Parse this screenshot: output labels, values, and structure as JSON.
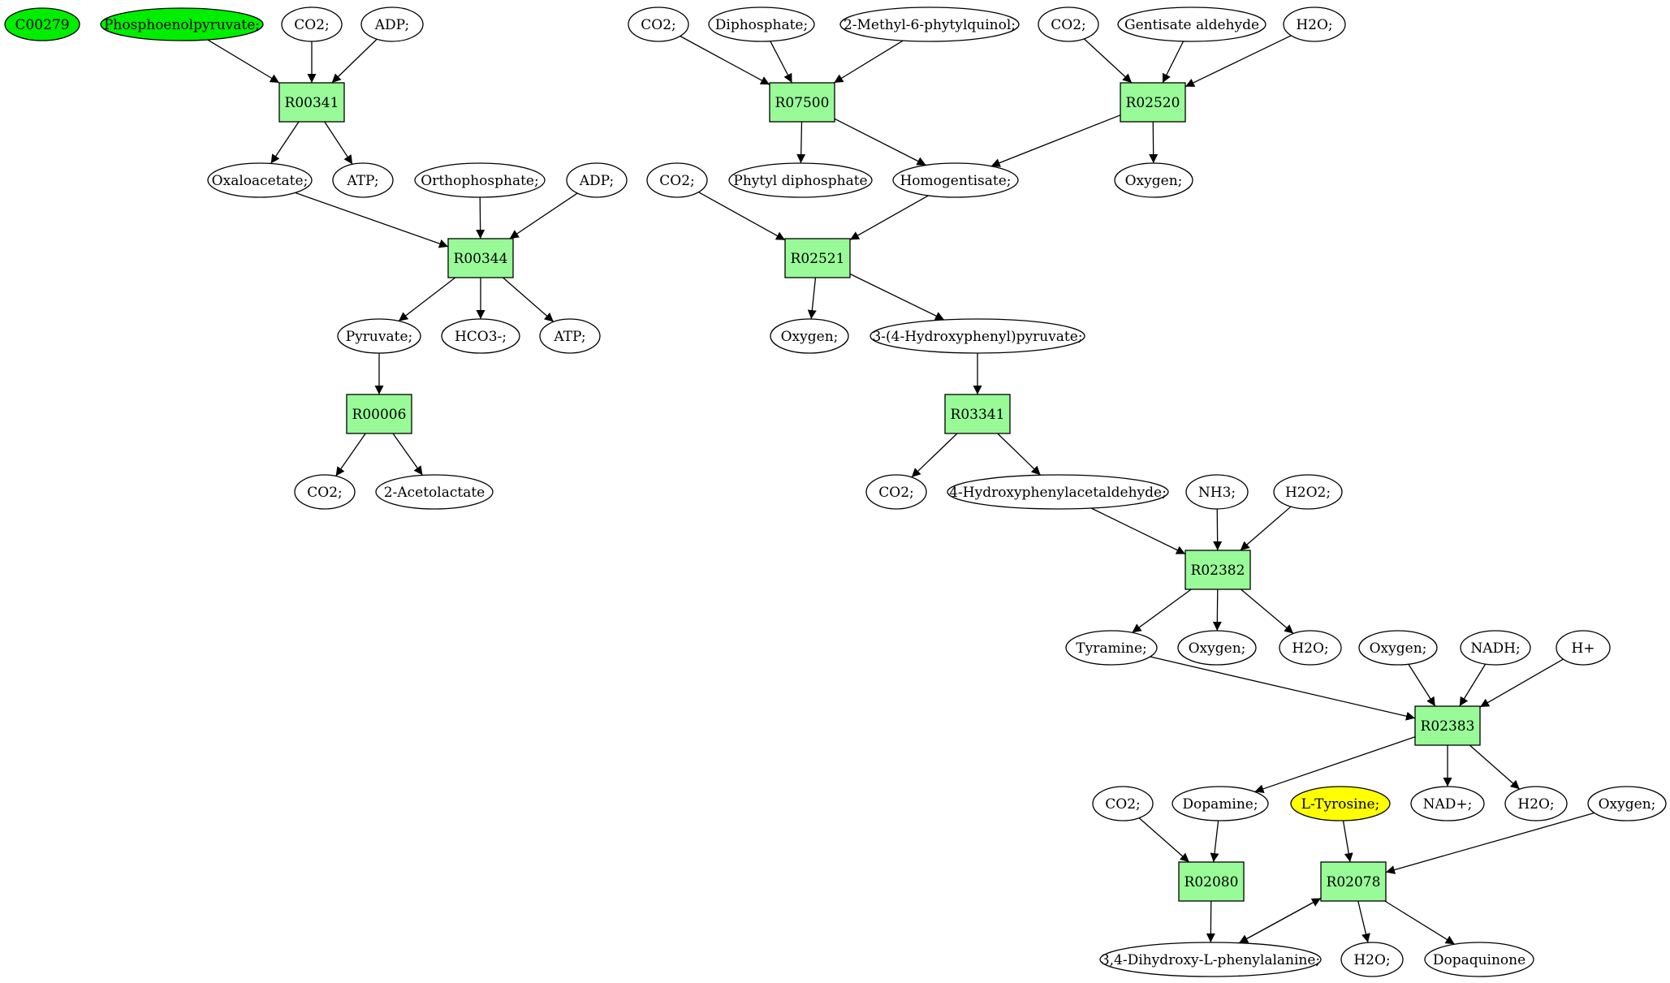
{
  "colors": {
    "compound": "#ffffff",
    "reaction": "#98fb98",
    "source": "#00ee00",
    "target": "#ffff00"
  },
  "nodes": [
    {
      "id": "c00279",
      "label": "C00279",
      "kind": "compound",
      "role": "source"
    },
    {
      "id": "pep",
      "label": "Phosphoenolpyruvate;",
      "kind": "compound",
      "role": "source"
    },
    {
      "id": "co2_1",
      "label": "CO2;",
      "kind": "compound"
    },
    {
      "id": "adp_1",
      "label": "ADP;",
      "kind": "compound"
    },
    {
      "id": "r00341",
      "label": "R00341",
      "kind": "reaction"
    },
    {
      "id": "oxaloacetate",
      "label": "Oxaloacetate;",
      "kind": "compound"
    },
    {
      "id": "atp_1",
      "label": "ATP;",
      "kind": "compound"
    },
    {
      "id": "orthophosphate",
      "label": "Orthophosphate;",
      "kind": "compound"
    },
    {
      "id": "adp_2",
      "label": "ADP;",
      "kind": "compound"
    },
    {
      "id": "r00344",
      "label": "R00344",
      "kind": "reaction"
    },
    {
      "id": "pyruvate",
      "label": "Pyruvate;",
      "kind": "compound"
    },
    {
      "id": "hco3",
      "label": "HCO3-;",
      "kind": "compound"
    },
    {
      "id": "atp_2",
      "label": "ATP;",
      "kind": "compound"
    },
    {
      "id": "r00006",
      "label": "R00006",
      "kind": "reaction"
    },
    {
      "id": "co2_2",
      "label": "CO2;",
      "kind": "compound"
    },
    {
      "id": "acetolactate",
      "label": "2-Acetolactate",
      "kind": "compound"
    },
    {
      "id": "co2_3",
      "label": "CO2;",
      "kind": "compound"
    },
    {
      "id": "diphosphate",
      "label": "Diphosphate;",
      "kind": "compound"
    },
    {
      "id": "methylphytyl",
      "label": "2-Methyl-6-phytylquinol;",
      "kind": "compound"
    },
    {
      "id": "r07500",
      "label": "R07500",
      "kind": "reaction"
    },
    {
      "id": "phytyl",
      "label": "Phytyl diphosphate",
      "kind": "compound"
    },
    {
      "id": "homogentisate",
      "label": "Homogentisate;",
      "kind": "compound"
    },
    {
      "id": "co2_4",
      "label": "CO2;",
      "kind": "compound"
    },
    {
      "id": "gentisate",
      "label": "Gentisate aldehyde",
      "kind": "compound"
    },
    {
      "id": "h2o_1",
      "label": "H2O;",
      "kind": "compound"
    },
    {
      "id": "r02520",
      "label": "R02520",
      "kind": "reaction"
    },
    {
      "id": "oxygen_1",
      "label": "Oxygen;",
      "kind": "compound"
    },
    {
      "id": "co2_5",
      "label": "CO2;",
      "kind": "compound"
    },
    {
      "id": "r02521",
      "label": "R02521",
      "kind": "reaction"
    },
    {
      "id": "oxygen_2",
      "label": "Oxygen;",
      "kind": "compound"
    },
    {
      "id": "hpp",
      "label": "3-(4-Hydroxyphenyl)pyruvate;",
      "kind": "compound"
    },
    {
      "id": "r03341",
      "label": "R03341",
      "kind": "reaction"
    },
    {
      "id": "co2_6",
      "label": "CO2;",
      "kind": "compound"
    },
    {
      "id": "hpaa",
      "label": "4-Hydroxyphenylacetaldehyde;",
      "kind": "compound"
    },
    {
      "id": "nh3",
      "label": "NH3;",
      "kind": "compound"
    },
    {
      "id": "h2o2",
      "label": "H2O2;",
      "kind": "compound"
    },
    {
      "id": "r02382",
      "label": "R02382",
      "kind": "reaction"
    },
    {
      "id": "tyramine",
      "label": "Tyramine;",
      "kind": "compound"
    },
    {
      "id": "oxygen_3",
      "label": "Oxygen;",
      "kind": "compound"
    },
    {
      "id": "h2o_2",
      "label": "H2O;",
      "kind": "compound"
    },
    {
      "id": "oxygen_4",
      "label": "Oxygen;",
      "kind": "compound"
    },
    {
      "id": "nadh",
      "label": "NADH;",
      "kind": "compound"
    },
    {
      "id": "hplus",
      "label": "H+",
      "kind": "compound"
    },
    {
      "id": "r02383",
      "label": "R02383",
      "kind": "reaction"
    },
    {
      "id": "co2_7",
      "label": "CO2;",
      "kind": "compound"
    },
    {
      "id": "dopamine",
      "label": "Dopamine;",
      "kind": "compound"
    },
    {
      "id": "ltyrosine",
      "label": "L-Tyrosine;",
      "kind": "compound",
      "role": "target"
    },
    {
      "id": "nadplus",
      "label": "NAD+;",
      "kind": "compound"
    },
    {
      "id": "h2o_3",
      "label": "H2O;",
      "kind": "compound"
    },
    {
      "id": "oxygen_5",
      "label": "Oxygen;",
      "kind": "compound"
    },
    {
      "id": "r02080",
      "label": "R02080",
      "kind": "reaction"
    },
    {
      "id": "r02078",
      "label": "R02078",
      "kind": "reaction"
    },
    {
      "id": "ldopa",
      "label": "3,4-Dihydroxy-L-phenylalanine;",
      "kind": "compound"
    },
    {
      "id": "h2o_4",
      "label": "H2O;",
      "kind": "compound"
    },
    {
      "id": "dopaquinone",
      "label": "Dopaquinone",
      "kind": "compound"
    }
  ],
  "edges": [
    [
      "pep",
      "r00341"
    ],
    [
      "co2_1",
      "r00341"
    ],
    [
      "adp_1",
      "r00341"
    ],
    [
      "r00341",
      "oxaloacetate"
    ],
    [
      "r00341",
      "atp_1"
    ],
    [
      "oxaloacetate",
      "r00344"
    ],
    [
      "orthophosphate",
      "r00344"
    ],
    [
      "adp_2",
      "r00344"
    ],
    [
      "r00344",
      "pyruvate"
    ],
    [
      "r00344",
      "hco3"
    ],
    [
      "r00344",
      "atp_2"
    ],
    [
      "pyruvate",
      "r00006"
    ],
    [
      "r00006",
      "co2_2"
    ],
    [
      "r00006",
      "acetolactate"
    ],
    [
      "co2_3",
      "r07500"
    ],
    [
      "diphosphate",
      "r07500"
    ],
    [
      "methylphytyl",
      "r07500"
    ],
    [
      "r07500",
      "phytyl"
    ],
    [
      "r07500",
      "homogentisate"
    ],
    [
      "co2_4",
      "r02520"
    ],
    [
      "gentisate",
      "r02520"
    ],
    [
      "h2o_1",
      "r02520"
    ],
    [
      "r02520",
      "homogentisate"
    ],
    [
      "r02520",
      "oxygen_1"
    ],
    [
      "co2_5",
      "r02521"
    ],
    [
      "homogentisate",
      "r02521"
    ],
    [
      "r02521",
      "oxygen_2"
    ],
    [
      "r02521",
      "hpp"
    ],
    [
      "hpp",
      "r03341"
    ],
    [
      "r03341",
      "co2_6"
    ],
    [
      "r03341",
      "hpaa"
    ],
    [
      "hpaa",
      "r02382"
    ],
    [
      "nh3",
      "r02382"
    ],
    [
      "h2o2",
      "r02382"
    ],
    [
      "r02382",
      "tyramine"
    ],
    [
      "r02382",
      "oxygen_3"
    ],
    [
      "r02382",
      "h2o_2"
    ],
    [
      "tyramine",
      "r02383"
    ],
    [
      "oxygen_4",
      "r02383"
    ],
    [
      "nadh",
      "r02383"
    ],
    [
      "hplus",
      "r02383"
    ],
    [
      "r02383",
      "dopamine"
    ],
    [
      "r02383",
      "nadplus"
    ],
    [
      "r02383",
      "h2o_3"
    ],
    [
      "co2_7",
      "r02080"
    ],
    [
      "dopamine",
      "r02080"
    ],
    [
      "r02080",
      "ldopa"
    ],
    [
      "ltyrosine",
      "r02078"
    ],
    [
      "oxygen_5",
      "r02078"
    ],
    [
      "ldopa",
      "r02078"
    ],
    [
      "r02078",
      "ldopa"
    ],
    [
      "r02078",
      "h2o_4"
    ],
    [
      "r02078",
      "dopaquinone"
    ]
  ]
}
